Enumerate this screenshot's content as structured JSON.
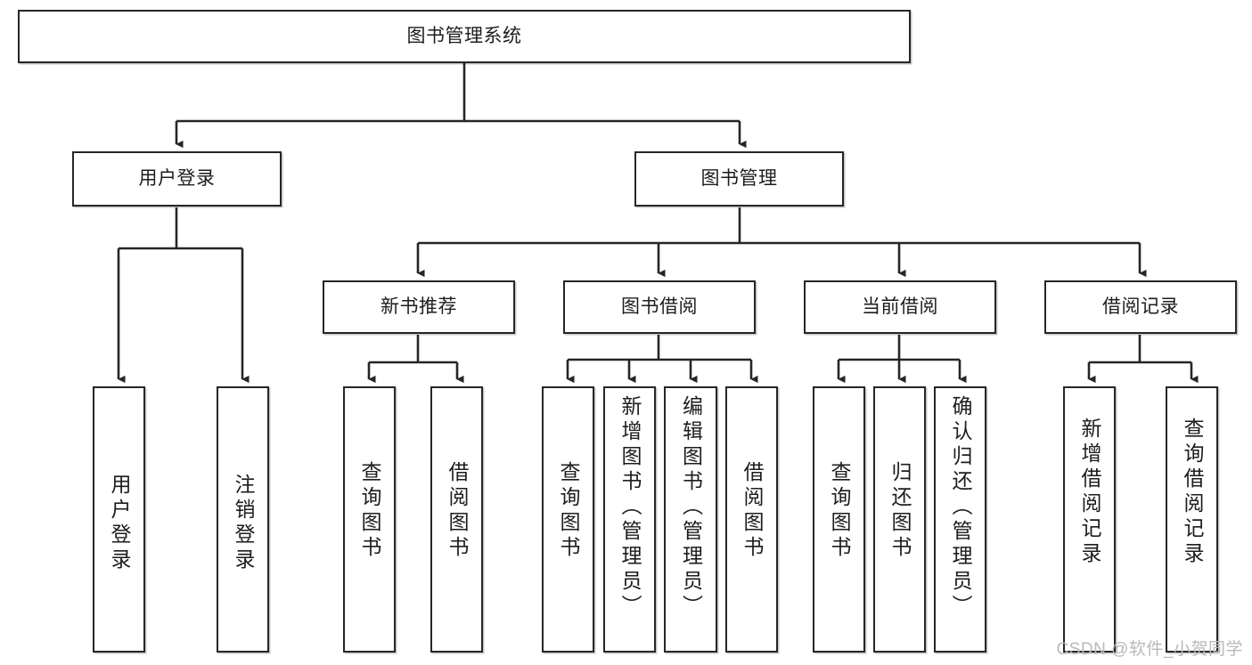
{
  "diagram": {
    "type": "tree",
    "title": "图书管理系统",
    "watermark": "CSDN @软件_小贺同学",
    "colors": {
      "box_border": "#262626",
      "box_fill": "#ffffff",
      "edge": "#262626",
      "text": "#1d1d1d",
      "watermark": "#b9b9b9"
    },
    "root": {
      "label": "图书管理系统"
    },
    "level1": [
      {
        "label": "用户登录"
      },
      {
        "label": "图书管理"
      }
    ],
    "level2": [
      {
        "label": "新书推荐"
      },
      {
        "label": "图书借阅"
      },
      {
        "label": "当前借阅"
      },
      {
        "label": "借阅记录"
      }
    ],
    "leaves": {
      "user_login": [
        {
          "label": "用户登录"
        },
        {
          "label": "注销登录"
        }
      ],
      "new_book": [
        {
          "label": "查询图书"
        },
        {
          "label": "借阅图书"
        }
      ],
      "borrow_book": [
        {
          "label": "查询图书"
        },
        {
          "label": "新增图书（管理员）"
        },
        {
          "label": "编辑图书（管理员）"
        },
        {
          "label": "借阅图书"
        }
      ],
      "current_borrow": [
        {
          "label": "查询图书"
        },
        {
          "label": "归还图书"
        },
        {
          "label": "确认归还（管理员）"
        }
      ],
      "borrow_record": [
        {
          "label": "新增借阅记录"
        },
        {
          "label": "查询借阅记录"
        }
      ]
    }
  }
}
